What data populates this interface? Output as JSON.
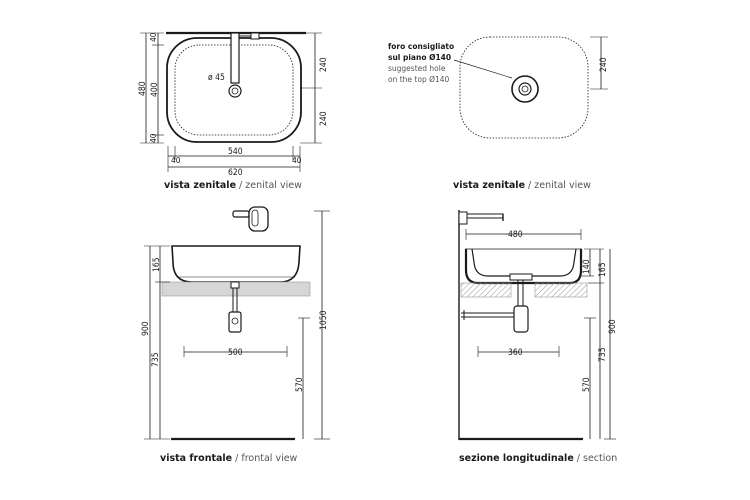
{
  "views": {
    "top_left": {
      "title_it": "vista zenitale",
      "sep": " / ",
      "title_en": "zenital view"
    },
    "top_right": {
      "title_it": "vista zenitale",
      "sep": " / ",
      "title_en": "zenital view"
    },
    "bottom_left": {
      "title_it": "vista frontale",
      "sep": " / ",
      "title_en": "frontal view"
    },
    "bottom_right": {
      "title_it": "sezione longitudinale",
      "sep": " / ",
      "title_en": "section"
    }
  },
  "top_left_dims": {
    "hole": "ø 45",
    "overall_height": "480",
    "inner_height": "400",
    "top_margin": "40",
    "bottom_margin": "40",
    "upper_half": "240",
    "lower_half": "240",
    "inner_width": "540",
    "left_margin": "40",
    "right_margin": "40",
    "overall_width": "620"
  },
  "top_right_dims": {
    "note_it_1": "foro consigliato",
    "note_it_2": "sul piano Ø140",
    "note_en_1": "suggested hole",
    "note_en_2": "on the top Ø140",
    "half_height": "240"
  },
  "bottom_left_dims": {
    "basin_height": "165",
    "total_900": "900",
    "total_735": "735",
    "width_500": "500",
    "height_570": "570",
    "height_1050": "1050"
  },
  "bottom_right_dims": {
    "width_480": "480",
    "depth_140": "140",
    "basin_height": "165",
    "width_360": "360",
    "height_570": "570",
    "total_735": "735",
    "total_900": "900"
  }
}
